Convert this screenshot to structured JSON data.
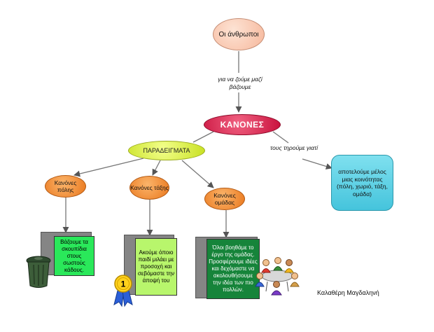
{
  "nodes": {
    "root": "Οι άνθρωποι",
    "rules": "ΚΑΝΟΝΕΣ",
    "examples": "ΠΑΡΑΔΕΙΓΜΑΤΑ",
    "city_rules": "Κανόνες πόλης",
    "class_rules": "Κανόνες τάξης",
    "team_rules": "Κανόνες ομάδας",
    "community": "αποτελούμε μέλος μιας κοινότητας (πόλη, χωριό, τάξη, ομάδα)"
  },
  "links": {
    "root_to_rules": "για να ζούμε μαζί βάζουμε",
    "rules_to_community": "τους τηρούμε γιατί"
  },
  "cards": {
    "city": "Βάζουμε τα σκουπίδια στους σωστούς κάδους.",
    "class": "Ακούμε όποιο παιδί μιλάει με προσοχή και σεβόμαστε την άποψή του",
    "team": "Όλοι βοηθάμε το έργο της ομάδας. Προσφέρουμε ιδέες και δεχόμαστε να ακολουθήσουμε την ιδέα των πιο πολλών."
  },
  "badge_number": "1",
  "author": "Καλαθέρη Μαγδαληνή",
  "colors": {
    "root": "#f6b79b",
    "rules": "#c8103c",
    "examples": "#c8e022",
    "rule_nodes": "#e9761b",
    "community": "#45c4dc",
    "card_city": "#2ae85a",
    "card_class": "#b8f66c",
    "card_team": "#16843a"
  }
}
